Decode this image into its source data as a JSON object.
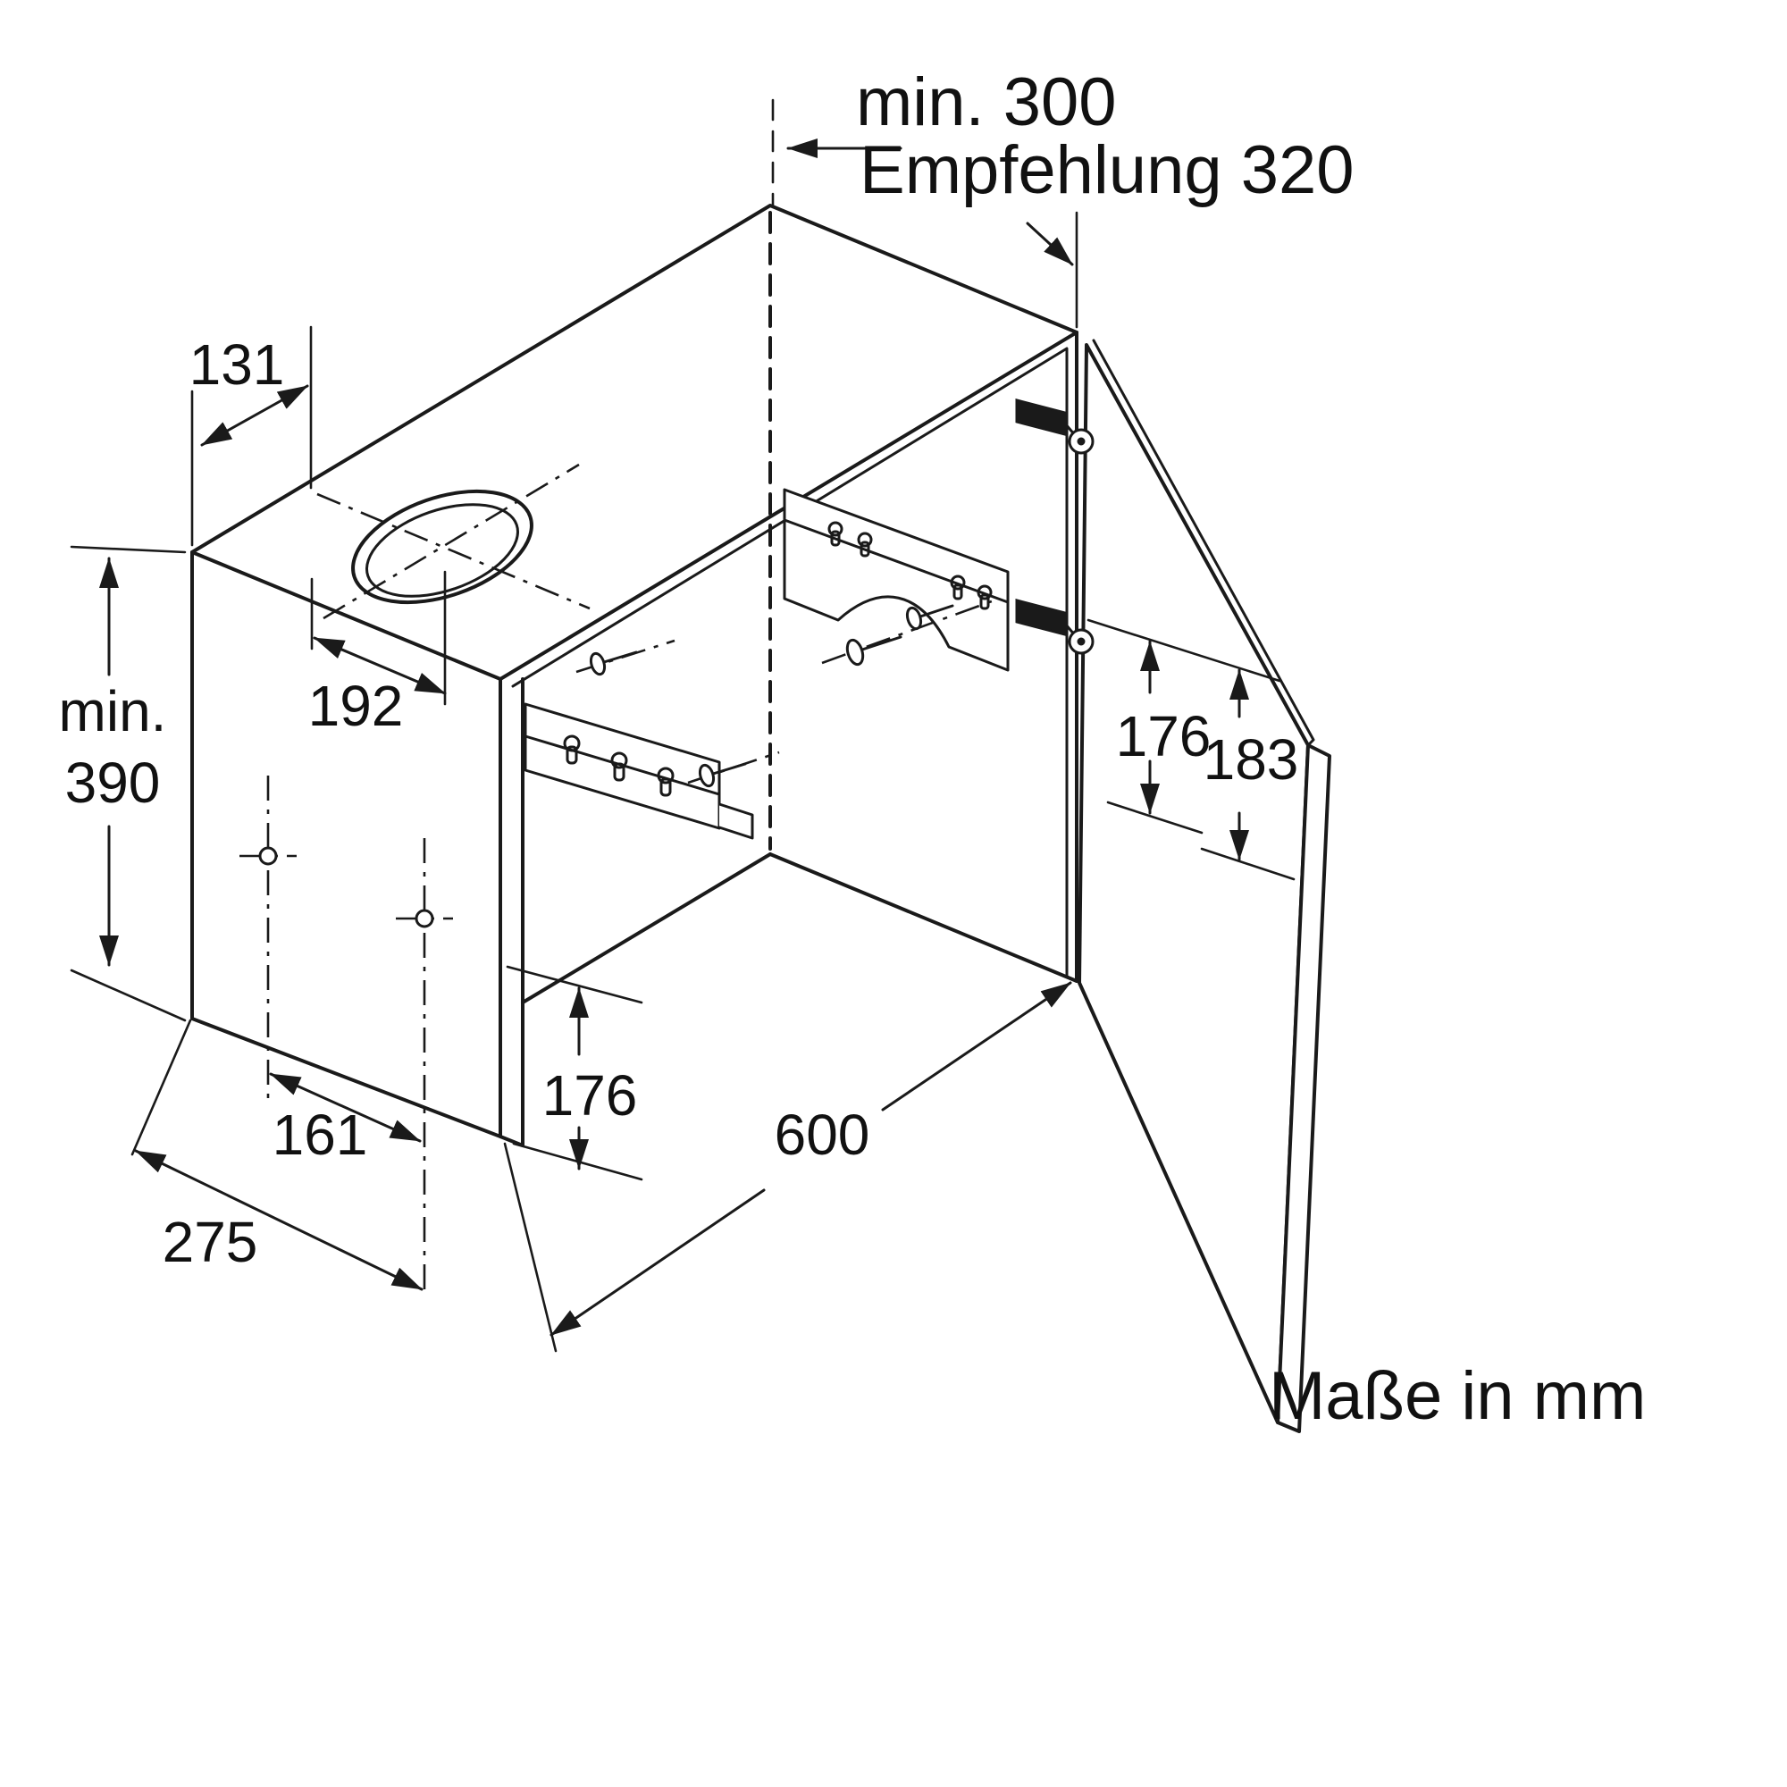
{
  "drawing": {
    "type": "installation-dimension-diagram",
    "unit_note": "Maße in mm",
    "labels": {
      "clearance_min": "min. 300",
      "clearance_recommended": "Empfehlung 320",
      "depth_131": "131",
      "offset_192": "192",
      "height_min_word": "min.",
      "height_min_value": "390",
      "hinge_offset_176": "176",
      "hinge_offset_183": "183",
      "lower_height_176": "176",
      "screw_offset_161": "161",
      "screw_offset_275": "275",
      "width_600": "600"
    },
    "colors": {
      "line": "#1a1a1a",
      "background": "#ffffff"
    }
  }
}
